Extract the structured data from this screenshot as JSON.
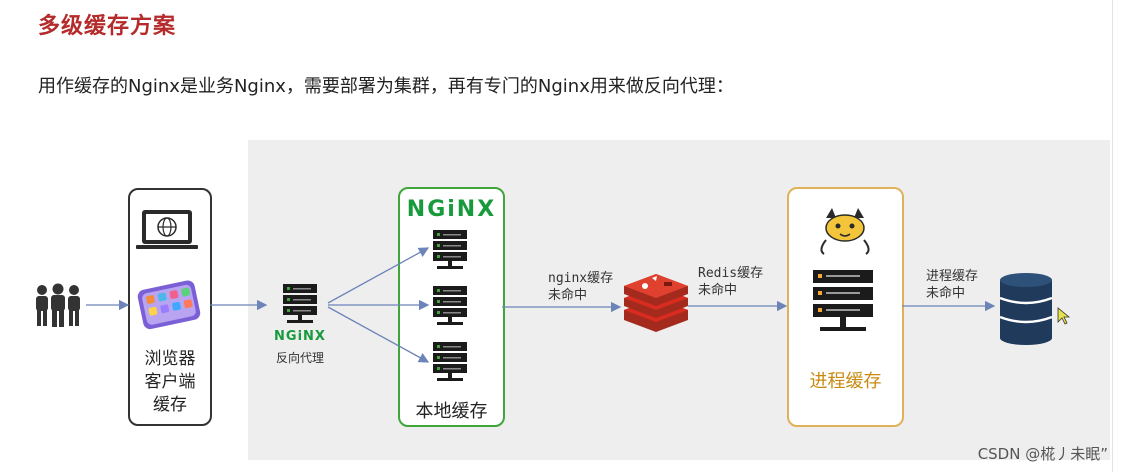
{
  "header": {
    "title": "多级缓存方案",
    "subtitle": "用作缓存的Nginx是业务Nginx，需要部署为集群，再有专门的Nginx用来做反向代理："
  },
  "diagram": {
    "client_box": {
      "lines": [
        "浏览器",
        "客户端",
        "缓存"
      ]
    },
    "proxy": {
      "logo": "NGiNX",
      "label": "反向代理"
    },
    "nginx_cluster": {
      "logo": "NGiNX",
      "label": "本地缓存"
    },
    "edges": {
      "nginx_miss": [
        "nginx缓存",
        "未命中"
      ],
      "redis_miss": [
        "Redis缓存",
        "未命中"
      ],
      "process_miss": [
        "进程缓存",
        "未命中"
      ]
    },
    "process_box": {
      "label": "进程缓存"
    },
    "colors": {
      "title_red": "#b52a2a",
      "nginx_green": "#179a3c",
      "cluster_border": "#3ea63a",
      "process_border": "#dfb25a",
      "redis_red": "#d82c20",
      "database_navy": "#1f3a5a",
      "arrow_blue": "#6c84b8"
    },
    "icons": [
      "users-icon",
      "laptop-globe-icon",
      "phone-app-icon",
      "server-icon",
      "redis-icon",
      "tomcat-icon",
      "database-icon",
      "cursor-icon"
    ]
  },
  "footer": {
    "watermark": "CSDN @椛丿未眠”"
  }
}
